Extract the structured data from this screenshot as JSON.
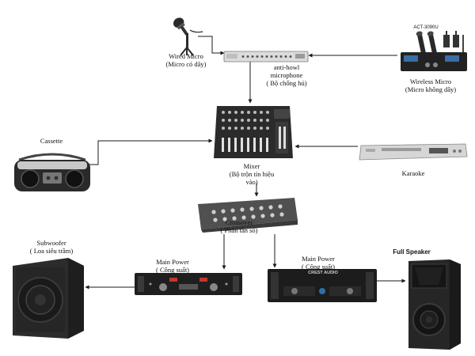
{
  "colors": {
    "wire": "#1a1a1a",
    "device_dark": "#1c1c1c",
    "device_silver": "#d9d9d9",
    "background": "#ffffff"
  },
  "nodes": {
    "wired_mic": {
      "icon": "wired-microphone-icon",
      "line1": "Wired Micro",
      "line2": "(Micro có dây)"
    },
    "antihowl": {
      "icon": "rack-unit-icon",
      "line1": "anti-howl",
      "line2": "microphone",
      "line3": "( Bộ chống hú)"
    },
    "wireless": {
      "icon": "wireless-receiver-icon",
      "badge": "ACT-3090U",
      "line1": "Wireless Micro",
      "line2": "(Micro không dây)"
    },
    "cassette": {
      "icon": "cassette-player-icon",
      "line1": "Cassette"
    },
    "mixer": {
      "icon": "mixer-icon",
      "line1": "Mixer",
      "line2": "(Bộ trộn tín hiệu",
      "line3": "vào)"
    },
    "karaoke": {
      "icon": "dvd-player-icon",
      "line1": "Karaoke"
    },
    "crossover": {
      "icon": "crossover-icon",
      "line1": "Crossover",
      "line2": "( Phân tần số)"
    },
    "subwoofer": {
      "icon": "subwoofer-icon",
      "line1": "Subwoofer",
      "line2": "( Loa siêu trầm)"
    },
    "power_left": {
      "icon": "power-amplifier-icon",
      "line1": "Main Power",
      "line2": "( Công suất)"
    },
    "power_right": {
      "icon": "power-amplifier-icon",
      "brand": "CREST AUDIO",
      "line1": "Main Power",
      "line2": "( Công suất)"
    },
    "full_speaker": {
      "icon": "full-range-speaker-icon",
      "line1": "Full Speaker"
    }
  }
}
